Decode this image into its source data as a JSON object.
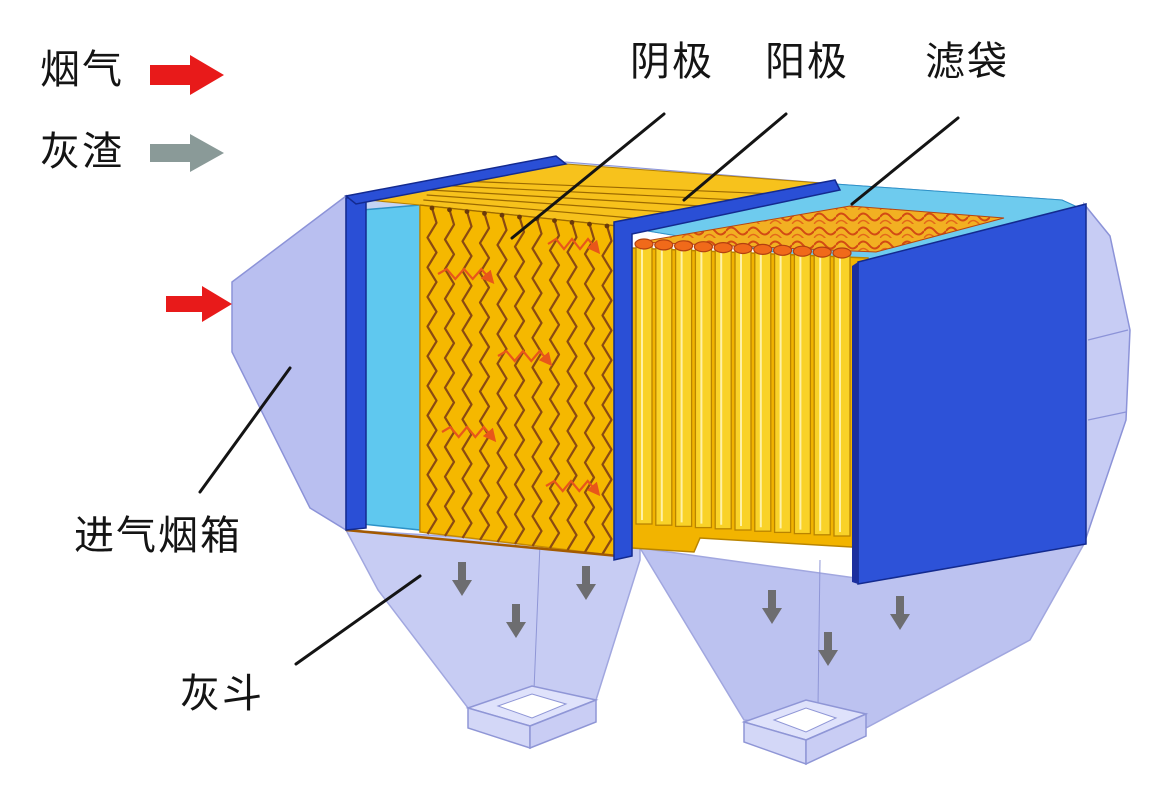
{
  "legend": {
    "flue_gas": "烟气",
    "ash": "灰渣"
  },
  "labels": {
    "cathode": "阴极",
    "anode": "阳极",
    "filter_bag": "滤袋",
    "inlet_box": "进气烟箱",
    "ash_hopper": "灰斗"
  },
  "colors": {
    "flue_gas_arrow": "#e81a1a",
    "ash_arrow": "#8a9a98",
    "frame_blue": "#2a4fd6",
    "frame_dark": "#1c2f9e",
    "plate_yellow": "#f5b800",
    "tube_yellow": "#f9d228",
    "cyan_panel": "#5fc8ef",
    "housing_lavender": "#b9bff0",
    "hopper_lavender": "#c3c8f2",
    "tube_cap_orange": "#f06a1a"
  }
}
